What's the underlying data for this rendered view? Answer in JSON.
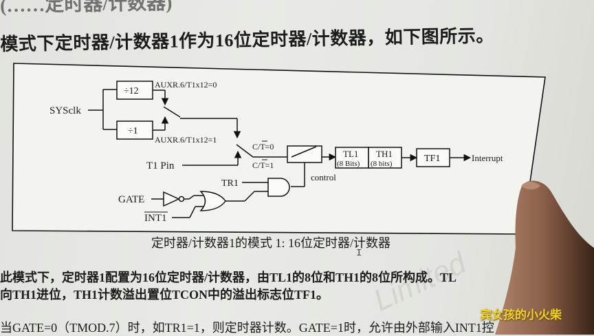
{
  "heading_fragment": "(……定时器/计数器)",
  "intro_text": "模式下定时器/计数器1作为16位定时器/计数器，如下图所示。",
  "diagram": {
    "sysclk": "SYSclk",
    "div12": "÷12",
    "div1": "÷1",
    "auxr_0": "AUXR.6/T1x12=0",
    "auxr_1": "AUXR.6/T1x12=1",
    "ct_0": "C/T=0",
    "ct_1": "C/T=1",
    "t1pin": "T1 Pin",
    "gate": "GATE",
    "int1": "INT1",
    "tr1": "TR1",
    "control": "control",
    "tl1": "TL1",
    "tl1_bits": "(8 Bits)",
    "th1": "TH1",
    "th1_bits": "(8 bits)",
    "tf1": "TF1",
    "interrupt": "Interrupt"
  },
  "caption": "定时器/计数器1的模式 1: 16位定时器/计数器",
  "body": {
    "line1": "此模式下，定时器1配置为16位定时器/计数器，由TL1的8位和TH1的8位所构成。TL",
    "line2": "向TH1进位，TH1计数溢出置位TCON中的溢出标志位TF1。",
    "line3": "当GATE=0（TMOD.7）时，如TR1=1，则定时器计数。GATE=1时，允许由外部输入INT1控"
  },
  "watermark": "Limited",
  "overlay_caption": "宾女孩的小火柴",
  "cursor_mark": "I"
}
